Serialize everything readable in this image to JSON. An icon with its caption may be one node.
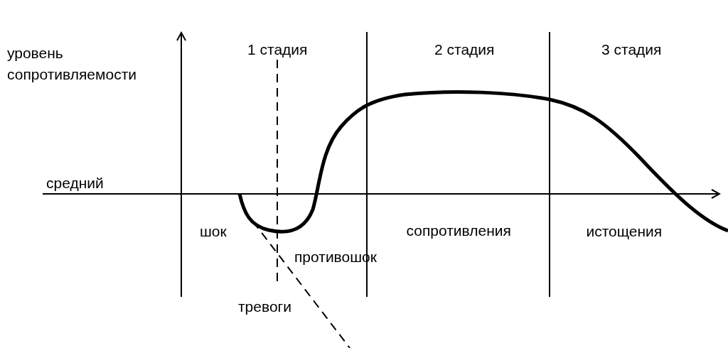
{
  "diagram": {
    "labels": [
      "уровень сопротивляемости",
      "1 стадия",
      "2 стадия",
      "3 стадия",
      "средний",
      "шок",
      "противошок",
      "сопротивления",
      "истощения",
      "тревоги"
    ]
  }
}
